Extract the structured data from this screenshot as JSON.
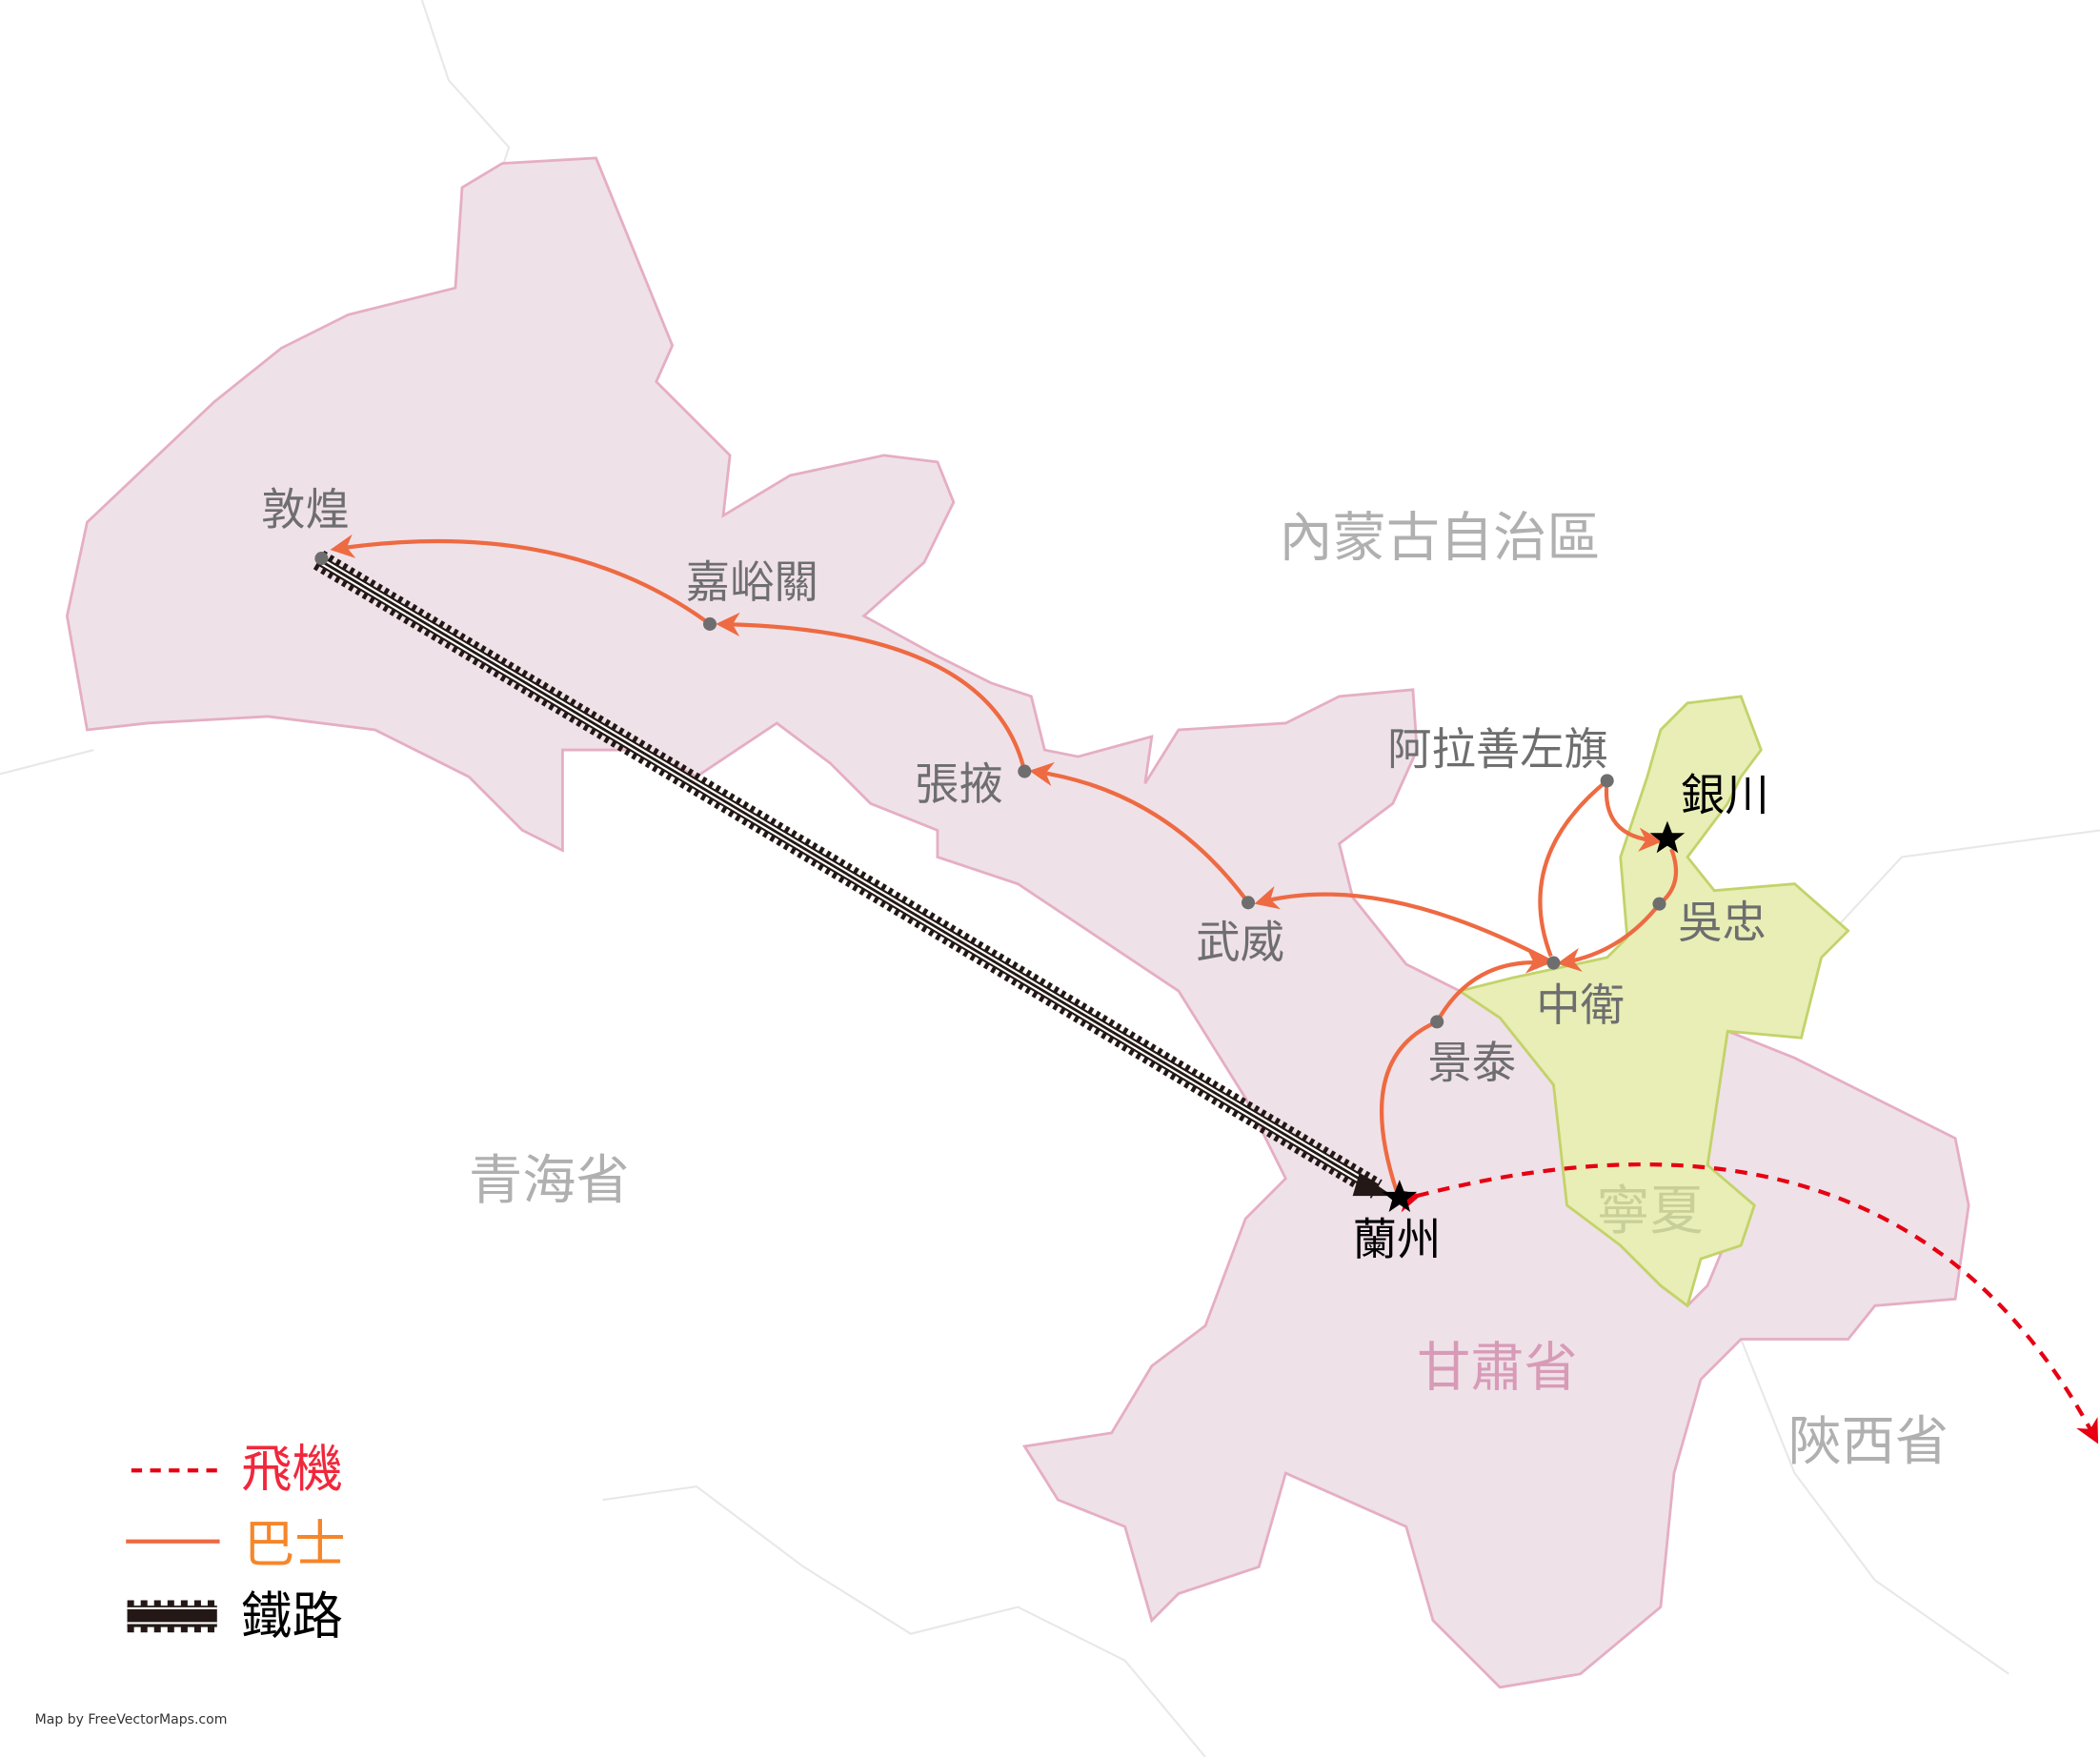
{
  "regions": {
    "gansu": "甘肅省",
    "ningxia": "寧夏",
    "qinghai": "青海省",
    "inner_mongolia": "內蒙古自治區",
    "shaanxi": "陝西省"
  },
  "cities": {
    "dunhuang": "敦煌",
    "jiayuguan": "嘉峪關",
    "zhangye": "張掖",
    "wuwei": "武威",
    "alxa_left": "阿拉善左旗",
    "yinchuan": "銀川",
    "wuzhong": "吳忠",
    "zhongwei": "中衛",
    "jingtai": "景泰",
    "lanzhou": "蘭州"
  },
  "legend": {
    "plane": "飛機",
    "bus": "巴士",
    "railway": "鐵路"
  },
  "credit": "Map by FreeVectorMaps.com",
  "colors": {
    "gansu_fill": "#efe1e8",
    "gansu_border": "#e5aec4",
    "ningxia_fill": "#e8eeb6",
    "ningxia_border": "#c3d36a",
    "bus": "#ee6a42",
    "plane": "#e60012",
    "railway": "#231815"
  }
}
